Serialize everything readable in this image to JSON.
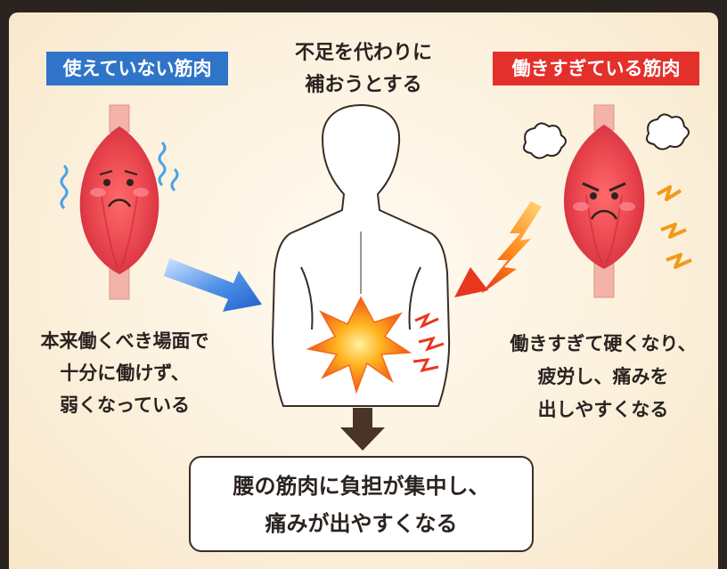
{
  "labels": {
    "unused_muscle": "使えていない筋肉",
    "overworked_muscle": "働きすぎている筋肉"
  },
  "center_text": {
    "line1": "不足を代わりに",
    "line2": "補おうとする"
  },
  "left_text": {
    "line1": "本来働くべき場面で",
    "line2": "十分に働けず、",
    "line3": "弱くなっている"
  },
  "right_text": {
    "line1": "働きすぎて硬くなり、",
    "line2": "疲労し、痛みを",
    "line3": "出しやすくなる"
  },
  "result_text": {
    "line1": "腰の筋肉に負担が集中し、",
    "line2": "痛みが出やすくなる"
  },
  "colors": {
    "blue_label": "#2f74c8",
    "red_label": "#e3302b",
    "muscle": "#e9555b",
    "background": "#fcf1dd",
    "arrow_blue": "#2d6fd2",
    "arrow_red": "#e8361f",
    "down_arrow": "#4a3429"
  },
  "icons": [
    "muscle-weak-icon",
    "muscle-angry-icon",
    "human-back-icon",
    "pain-burst-icon",
    "blue-arrow-icon",
    "red-arrow-icon",
    "down-arrow-icon",
    "anger-cloud-icon",
    "lightning-icon",
    "shiver-icon"
  ]
}
